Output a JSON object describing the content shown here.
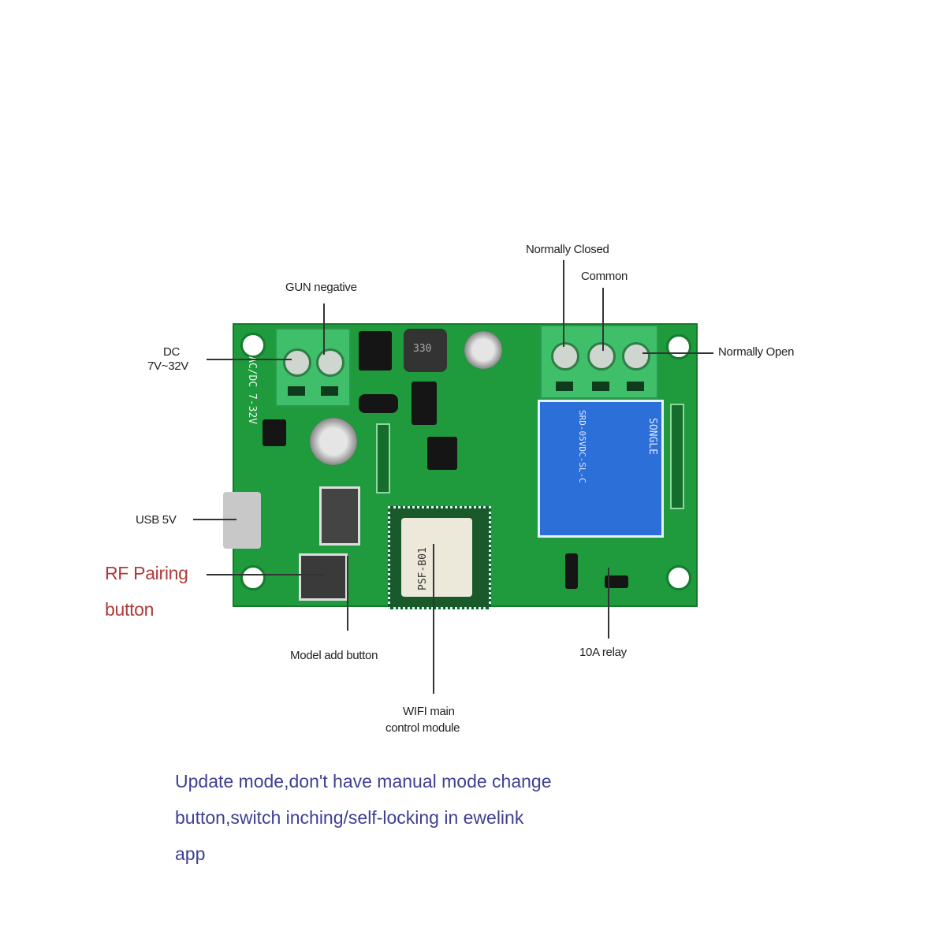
{
  "labels": {
    "gun_negative": "GUN negative",
    "dc_line1": "DC",
    "dc_line2": "7V~32V",
    "normally_closed": "Normally Closed",
    "common": "Common",
    "normally_open": "Normally Open",
    "usb": "USB 5V",
    "rf_line1": "RF Pairing",
    "rf_line2": "button",
    "model_add": "Model add button",
    "relay": "10A relay",
    "wifi_line1": "WIFI main",
    "wifi_line2": "control module"
  },
  "board_text": {
    "power_rating_1": "AC/DC",
    "power_rating_2": "7-32V",
    "inductor": "330",
    "wifi_module": "PSF-B01",
    "relay_brand": "SONGLE",
    "relay_model": "SRD-05VDC-SL-C"
  },
  "note": {
    "line1": "Update mode,don't have manual mode change",
    "line2": "button,switch inching/self-locking in ewelink",
    "line3": "app"
  },
  "colors": {
    "board": "#1f9a3c",
    "relay": "#2d6fd8",
    "rf_label": "#b03a3a",
    "note": "#3f3f93"
  }
}
